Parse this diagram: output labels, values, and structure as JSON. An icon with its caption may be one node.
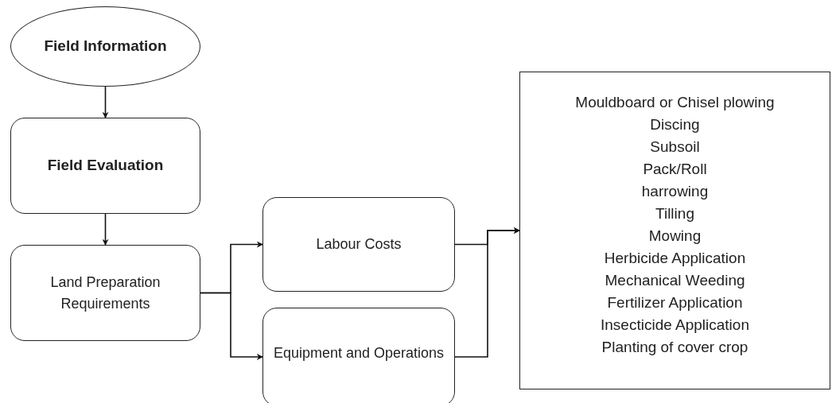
{
  "diagram": {
    "nodes": [
      {
        "text": [
          "Field Information"
        ]
      },
      {
        "text": [
          "Field Evaluation"
        ]
      },
      {
        "text": [
          "Land Preparation Requirements"
        ]
      },
      {
        "text": [
          "Labour Costs"
        ]
      },
      {
        "text": [
          "Equipment and Operations"
        ]
      },
      {
        "text": [
          "Mouldboard or Chisel plowing",
          "Discing",
          "Subsoil",
          "Pack/Roll",
          "harrowing",
          "Tilling",
          "Mowing",
          "Herbicide Application",
          "Mechanical Weeding",
          "Fertilizer Application",
          "Insecticide Application",
          "Planting of cover crop"
        ]
      }
    ],
    "edges": [
      {
        "from": 0,
        "to": 1,
        "arrow": "to"
      },
      {
        "from": 1,
        "to": 2,
        "arrow": "to"
      },
      {
        "from": 2,
        "to": 3,
        "arrow": "to"
      },
      {
        "from": 2,
        "to": 4,
        "arrow": "to"
      },
      {
        "from": 3,
        "to": 5,
        "arrow": "to"
      },
      {
        "from": 4,
        "to": 5,
        "arrow": "to"
      }
    ]
  }
}
